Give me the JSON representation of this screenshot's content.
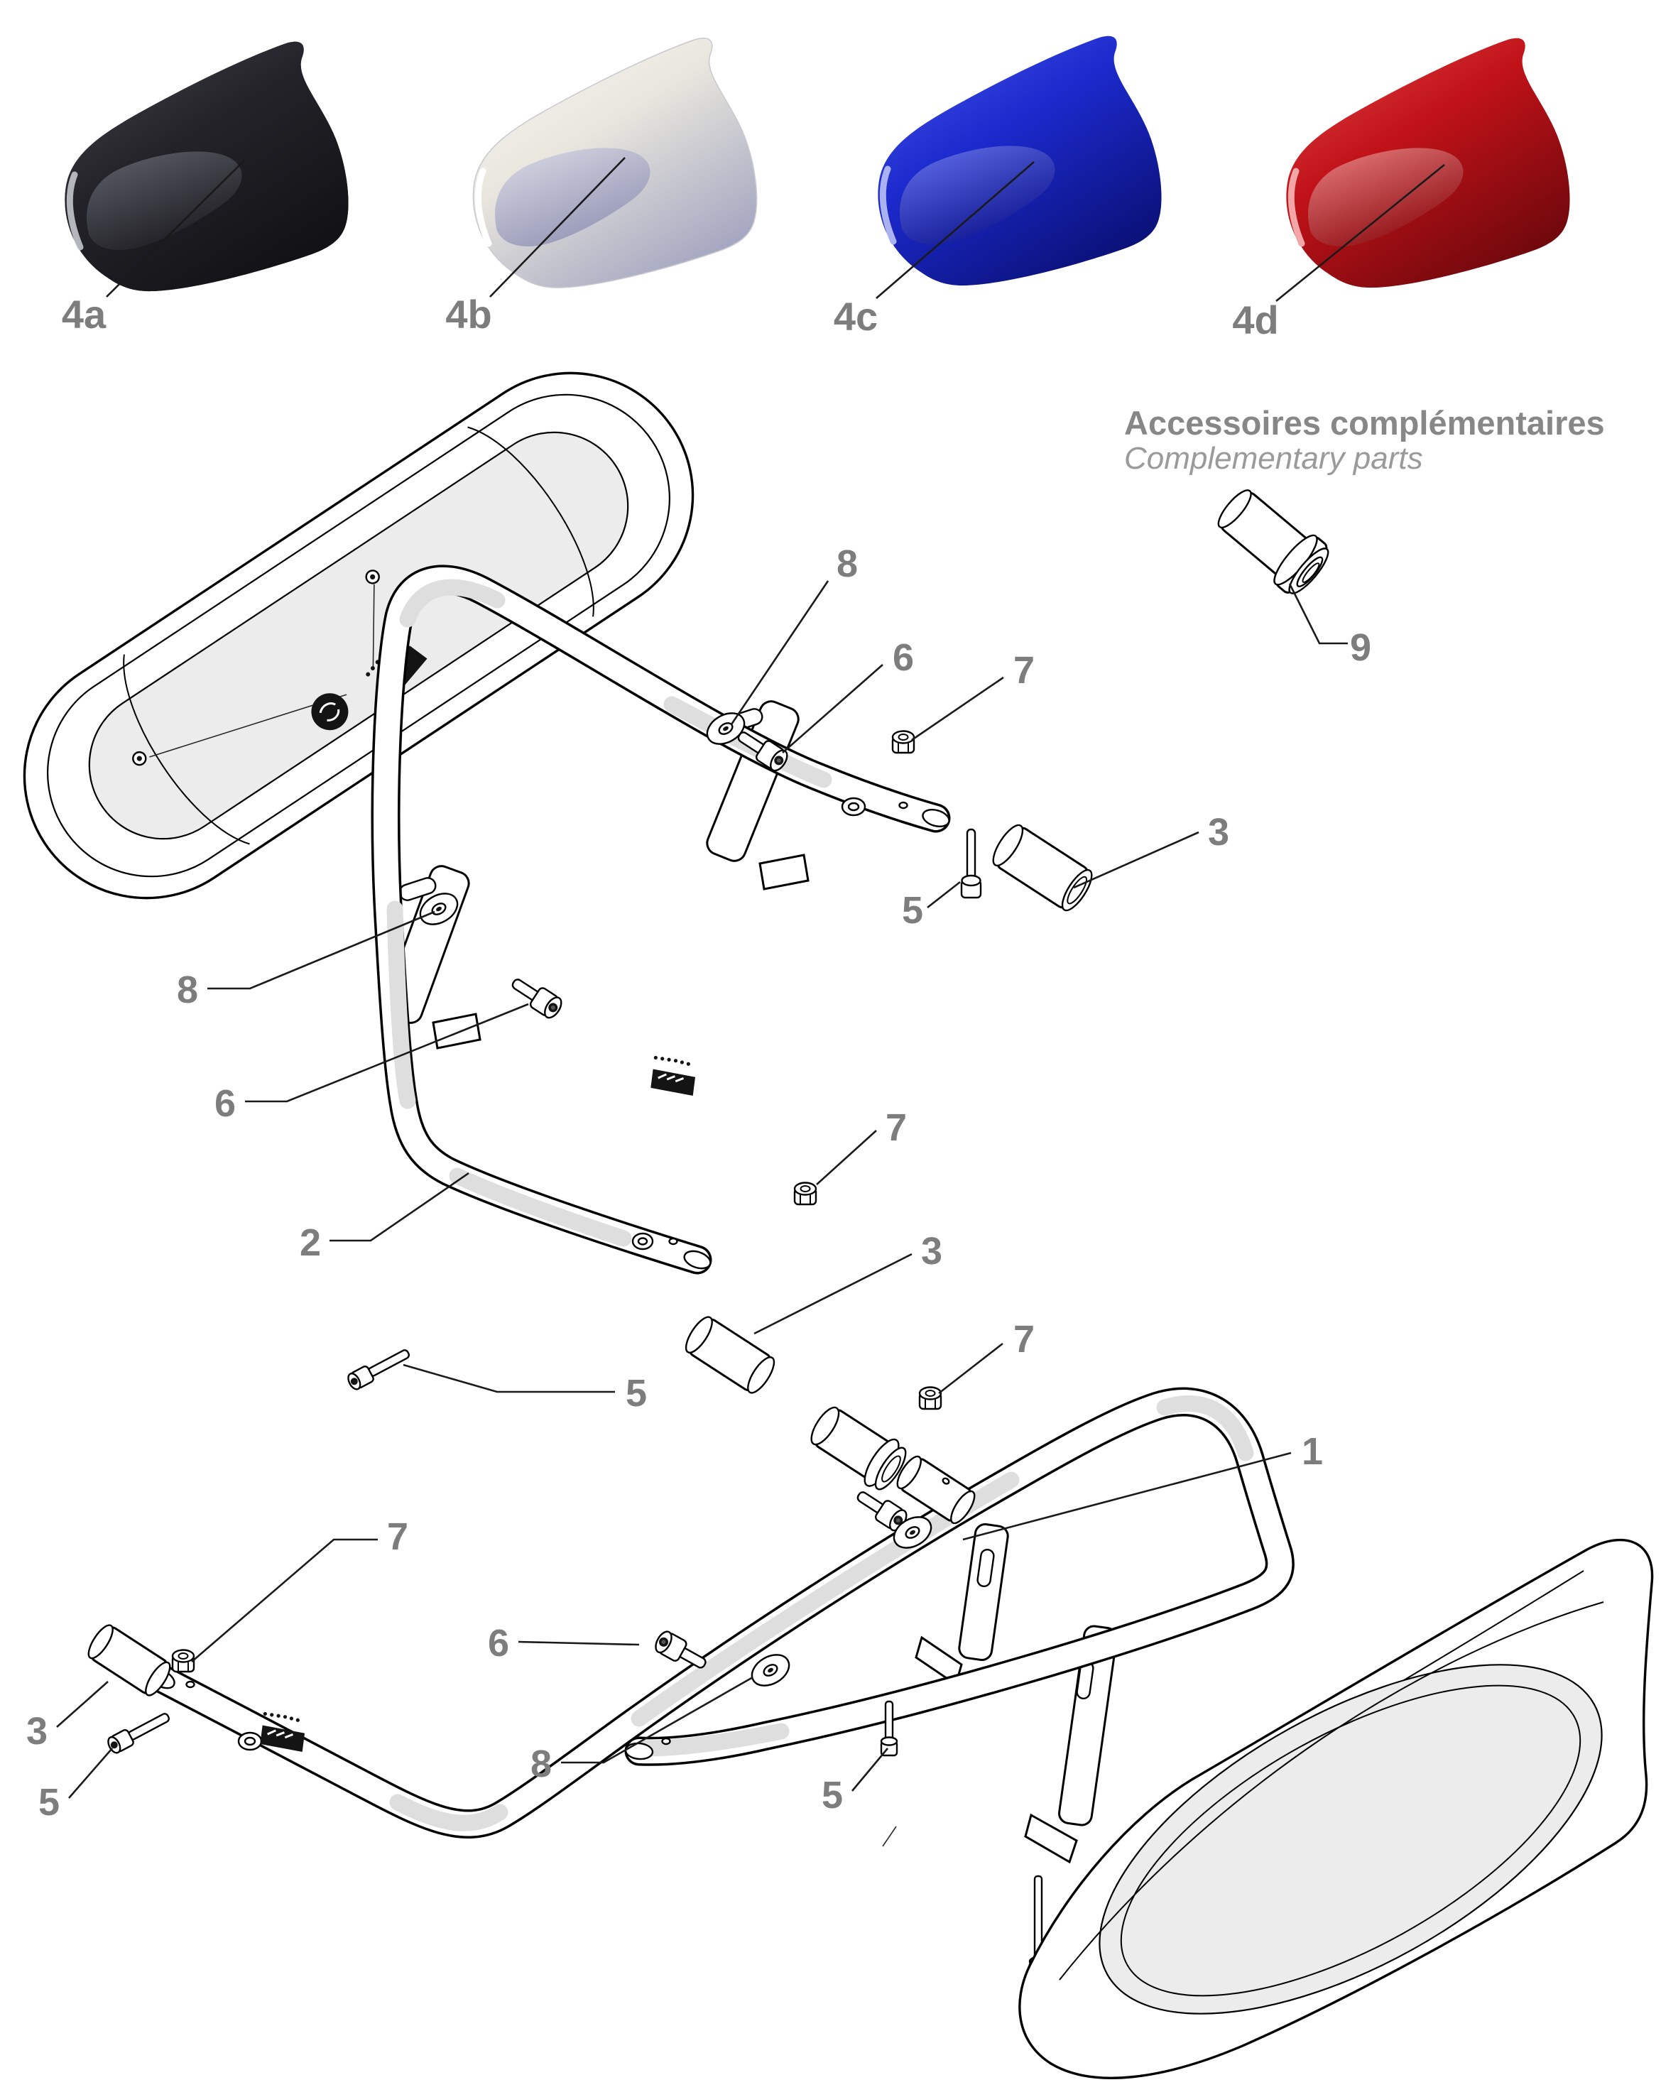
{
  "heading": {
    "fr": "Accessoires complémentaires",
    "en": "Complementary parts"
  },
  "labels": {
    "p1": "1",
    "p2": "2",
    "p3": "3",
    "p5": "5",
    "p6": "6",
    "p7": "7",
    "p8": "8",
    "p9": "9",
    "p4a": "4a",
    "p4b": "4b",
    "p4c": "4c",
    "p4d": "4d"
  },
  "cap_variants": [
    {
      "label": "4a",
      "color": "#232329",
      "shade": "#101014",
      "light": "#55555f"
    },
    {
      "label": "4b",
      "color": "#efede5",
      "shade": "#9193b4",
      "light": "#fbfaf6"
    },
    {
      "label": "4c",
      "color": "#1c2ace",
      "shade": "#0a1076",
      "light": "#4e5ae6"
    },
    {
      "label": "4d",
      "color": "#c01218",
      "shade": "#6e080c",
      "light": "#e04043"
    }
  ],
  "callout_instances": {
    "1": 1,
    "2": 1,
    "3": 3,
    "4a": 1,
    "4b": 1,
    "4c": 1,
    "4d": 1,
    "5": 4,
    "6": 3,
    "7": 4,
    "8": 3,
    "9": 1
  },
  "colors": {
    "callout_gray": "#7d7d7d",
    "heading_gray": "#878787",
    "line_black": "#000000",
    "panel_face_gray": "#ececec",
    "tube_shade_gray": "#dedede",
    "background": "#ffffff"
  }
}
